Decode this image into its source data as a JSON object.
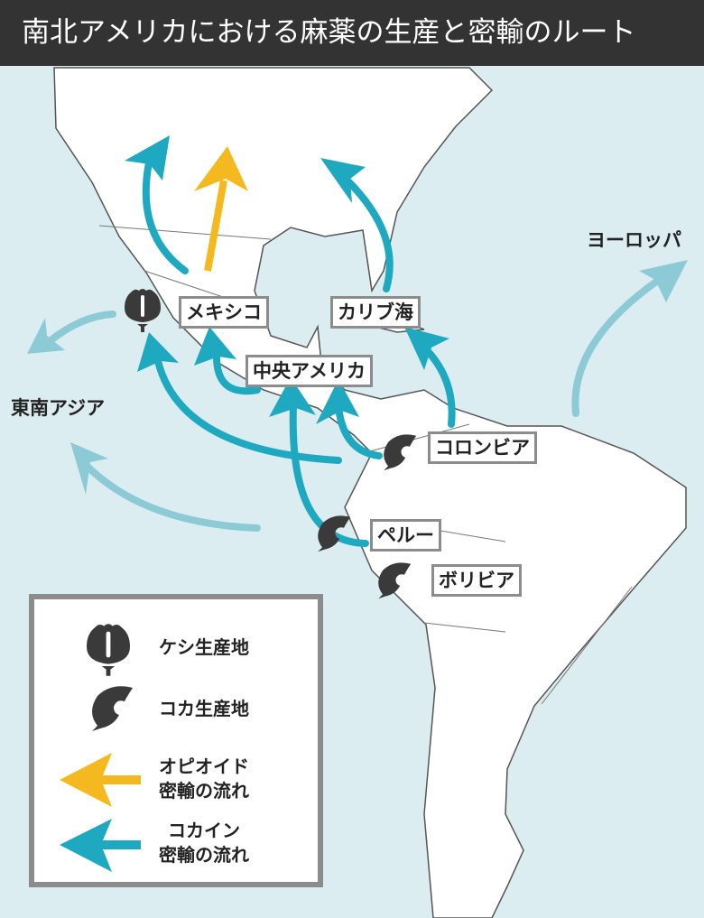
{
  "title": "南北アメリカにおける麻薬の生産と密輸のルート",
  "labels": {
    "mexico": "メキシコ",
    "caribbean": "カリブ海",
    "central_america": "中央アメリカ",
    "colombia": "コロンビア",
    "peru": "ペルー",
    "bolivia": "ボリビア",
    "southeast_asia": "東南アジア",
    "europe": "ヨーロッパ"
  },
  "legend": {
    "poppy": "ケシ生産地",
    "coca": "コカ生産地",
    "opioid_line1": "オピオイド",
    "opioid_line2": "密輸の流れ",
    "cocaine_line1": "コカイン",
    "cocaine_line2": "密輸の流れ"
  },
  "colors": {
    "title_bg": "#333333",
    "ocean": "#dcedf1",
    "cocaine": "#1fa9c1",
    "cocaine_light": "#8ccad6",
    "opioid": "#f3b91e",
    "icon": "#3a3a3a"
  }
}
